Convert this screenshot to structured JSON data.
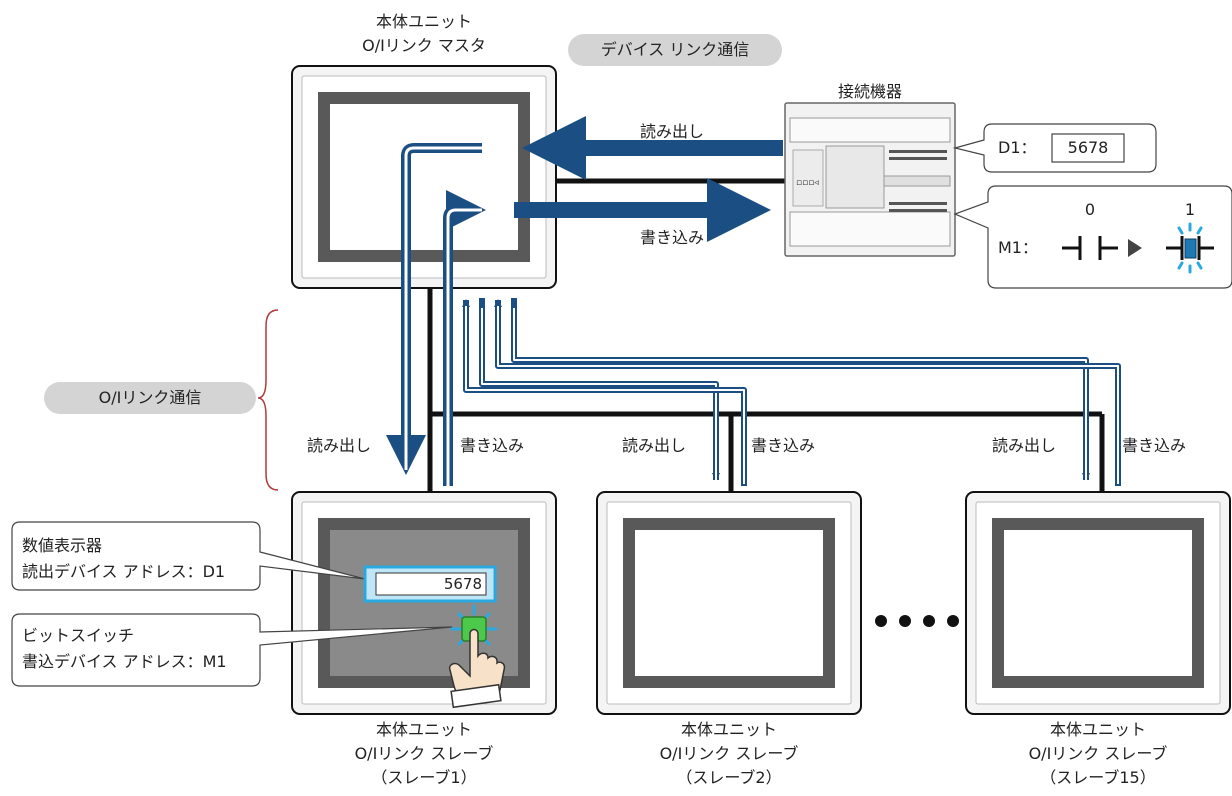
{
  "master": {
    "line1": "本体ユニット",
    "line2": "O/Iリンク マスタ"
  },
  "device_link_badge": "デバイス リンク通信",
  "oi_link_badge": "O/Iリンク通信",
  "connected_device": {
    "title": "接続機器"
  },
  "device_link": {
    "read": "読み出し",
    "write": "書き込み"
  },
  "d1_callout": {
    "label": "D1：",
    "value": "5678"
  },
  "m1_callout": {
    "label": "M1：",
    "off": "0",
    "on": "1"
  },
  "slave_links": [
    {
      "read": "読み出し",
      "write": "書き込み"
    },
    {
      "read": "読み出し",
      "write": "書き込み"
    },
    {
      "read": "読み出し",
      "write": "書き込み"
    }
  ],
  "slaves": [
    {
      "line1": "本体ユニット",
      "line2": "O/Iリンク スレーブ",
      "line3": "（スレーブ1）"
    },
    {
      "line1": "本体ユニット",
      "line2": "O/Iリンク スレーブ",
      "line3": "（スレーブ2）"
    },
    {
      "line1": "本体ユニット",
      "line2": "O/Iリンク スレーブ",
      "line3": "（スレーブ15）"
    }
  ],
  "numeric_display": {
    "value": "5678"
  },
  "callout_numeric": {
    "line1": "数値表示器",
    "line2": "読出デバイス アドレス：D1"
  },
  "callout_bit": {
    "line1": "ビットスイッチ",
    "line2": "書込デバイス アドレス：M1"
  },
  "colors": {
    "arrow": "#1b4e82",
    "bracket": "#b03a3a",
    "glow": "#29a9e0",
    "switch": "#4cc84a"
  }
}
